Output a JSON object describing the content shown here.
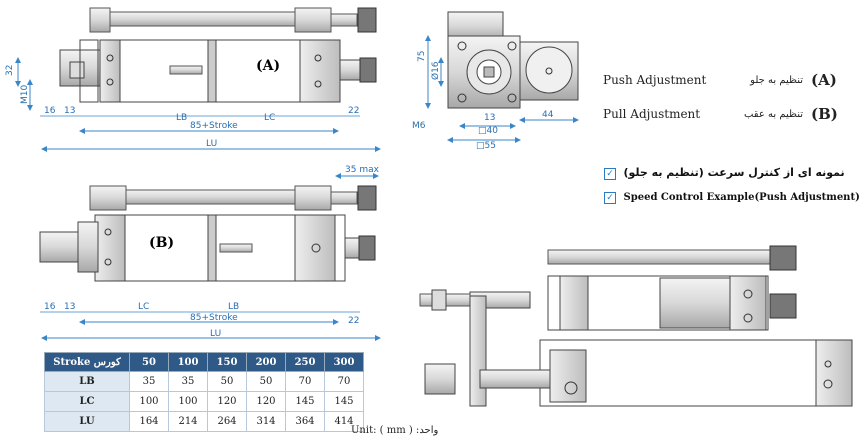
{
  "drawing_a": {
    "tag": "(A)",
    "dims": {
      "m10": "M10",
      "d32": "32",
      "d16": "16",
      "d13": "13",
      "lb": "LB",
      "lc": "LC",
      "d22": "22",
      "stroke": "85+Stroke",
      "lu": "LU"
    }
  },
  "drawing_b": {
    "tag": "(B)",
    "dims": {
      "max35": "35 max",
      "d16": "16",
      "d13": "13",
      "lc": "LC",
      "lb": "LB",
      "d22": "22",
      "stroke": "85+Stroke",
      "lu": "LU"
    }
  },
  "end_view": {
    "dims": {
      "d75": "75",
      "phi16": "Ø16",
      "m6": "M6",
      "d13": "13",
      "sq40": "□40",
      "sq55": "□55",
      "d44": "44"
    }
  },
  "modes": [
    {
      "code": "(A)",
      "fa": "تنظیم به جلو",
      "en": "Push Adjustment"
    },
    {
      "code": "(B)",
      "fa": "تنظیم به عقب",
      "en": "Pull Adjustment"
    }
  ],
  "example": {
    "fa": "نمونه ای از کنترل سرعت (تنظیم به جلو)",
    "en": "Speed Control Example(Push Adjustment)"
  },
  "table": {
    "header": "Stroke کورس",
    "strokes": [
      "50",
      "100",
      "150",
      "200",
      "250",
      "300"
    ],
    "rows": [
      {
        "name": "LB",
        "values": [
          "35",
          "35",
          "50",
          "50",
          "70",
          "70"
        ]
      },
      {
        "name": "LC",
        "values": [
          "100",
          "100",
          "120",
          "120",
          "145",
          "145"
        ]
      },
      {
        "name": "LU",
        "values": [
          "164",
          "214",
          "264",
          "314",
          "364",
          "414"
        ]
      }
    ]
  },
  "unit": "Unit: ( mm ) :واحد"
}
